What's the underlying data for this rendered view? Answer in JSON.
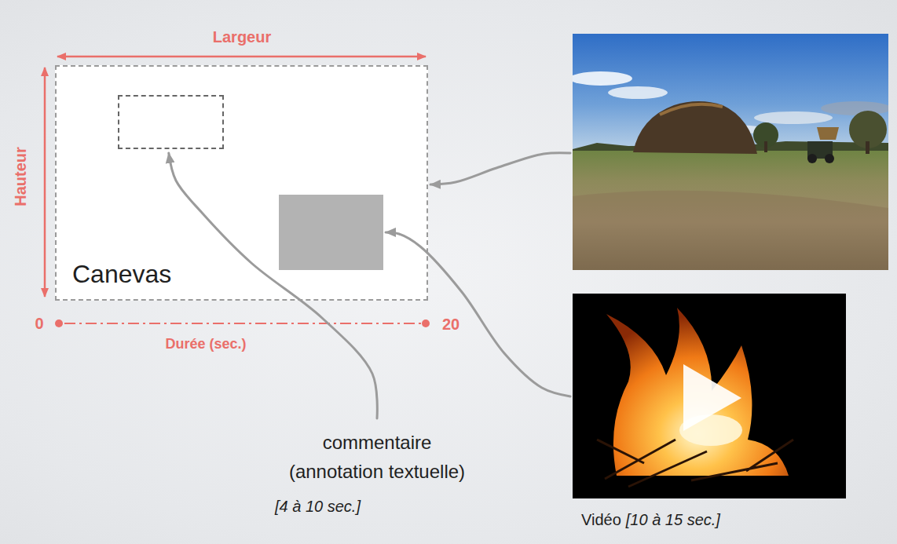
{
  "diagram": {
    "nodes": [
      {
        "text": [
          "Canevas"
        ]
      },
      {
        "text": [],
        "in": 0
      },
      {
        "text": [],
        "in": 0
      },
      {
        "text": []
      },
      {
        "text": [
          "Vidéo",
          "[10 à 15 sec.]"
        ]
      },
      {
        "text": [
          "commentaire (annotation textuelle)",
          "[4 à 10 sec.]"
        ]
      }
    ],
    "edges": [
      {
        "from": 3,
        "to": 0,
        "arrow": "to"
      },
      {
        "from": 4,
        "to": 2,
        "arrow": "to"
      },
      {
        "from": 5,
        "to": 1,
        "arrow": "to"
      }
    ],
    "labels": [
      "Largeur",
      "Hauteur",
      "0",
      "20",
      "Durée (sec.)"
    ]
  }
}
